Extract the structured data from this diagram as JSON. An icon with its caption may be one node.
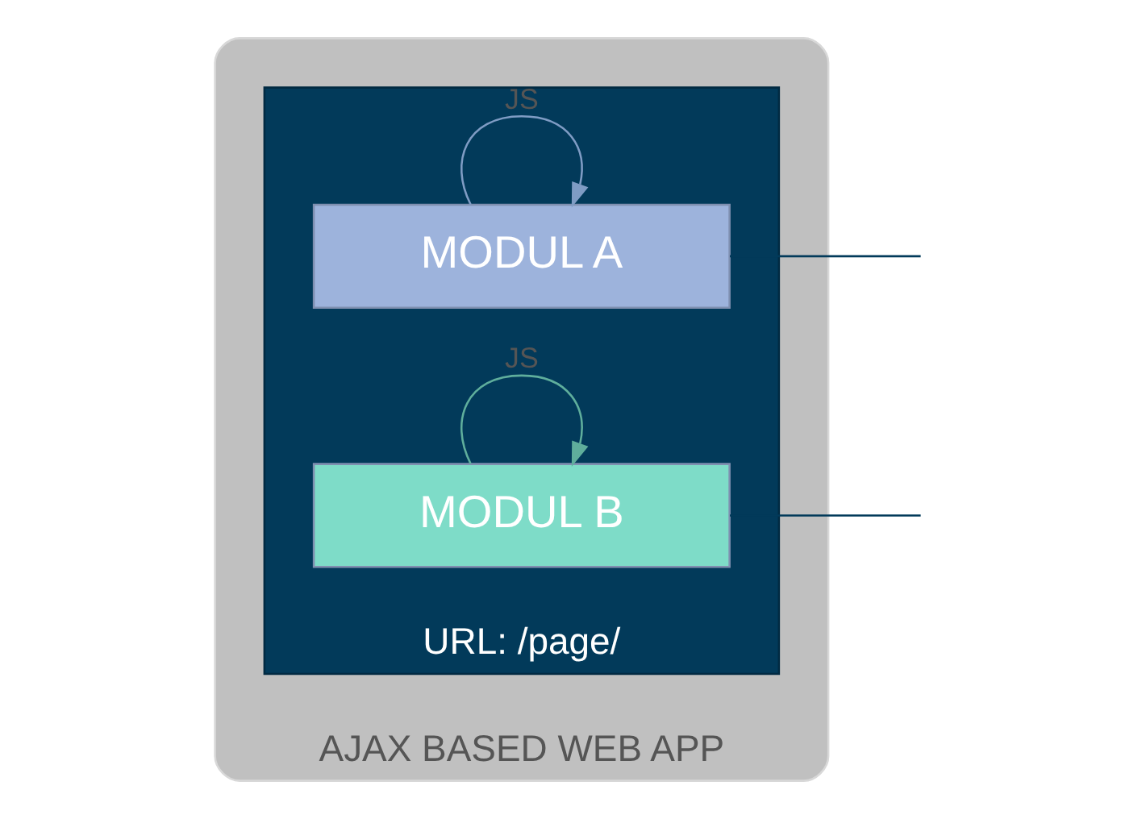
{
  "diagram": {
    "nodes": [
      {
        "text": [
          "AJAX BASED WEB APP"
        ]
      },
      {
        "text": [],
        "shape": "box",
        "in": 0,
        "beside": [
          "URL: /page/"
        ]
      },
      {
        "text": [
          "MODUL A"
        ],
        "in": 1
      },
      {
        "text": [
          "MODUL B"
        ],
        "in": 1
      }
    ],
    "edges": [
      {
        "from": 2,
        "to": 2,
        "arrow": "to",
        "label": "JS",
        "color": "#7f9cc4"
      },
      {
        "from": 3,
        "to": 3,
        "arrow": "to",
        "label": "JS",
        "color": "#5fae9c"
      },
      {
        "from": null,
        "to": 2,
        "arrow": "none",
        "color": "#023a5a"
      },
      {
        "from": null,
        "to": 3,
        "arrow": "none",
        "color": "#023a5a"
      }
    ]
  }
}
